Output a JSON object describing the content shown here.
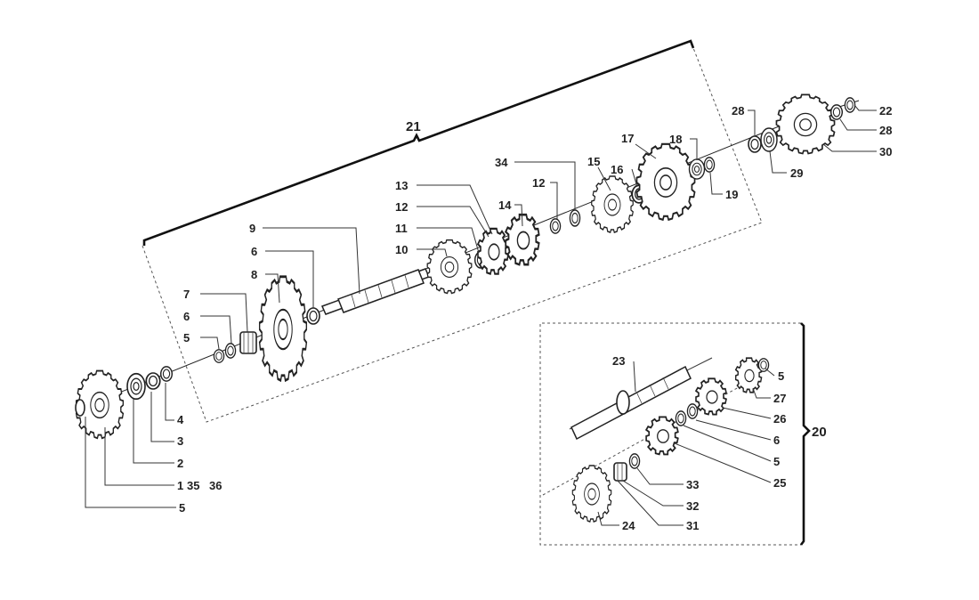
{
  "groups": {
    "main_shaft": "21",
    "secondary_shaft": "20"
  },
  "labels": {
    "p1": "1",
    "p1b": "35",
    "p1c": "36",
    "p2": "2",
    "p3": "3",
    "p4": "4",
    "p5a": "5",
    "p5b": "5",
    "p6a": "6",
    "p7": "7",
    "p8": "8",
    "p6b": "6",
    "p9": "9",
    "p10": "10",
    "p11": "11",
    "p12a": "12",
    "p13": "13",
    "p14": "14",
    "p12b": "12",
    "p34": "34",
    "p15": "15",
    "p16": "16",
    "p17": "17",
    "p18": "18",
    "p19": "19",
    "p28a": "28",
    "p29": "29",
    "p30": "30",
    "p28b": "28",
    "p22": "22",
    "p23": "23",
    "p5c": "5",
    "p27": "27",
    "p26": "26",
    "p6c": "6",
    "p5d": "5",
    "p25": "25",
    "p33": "33",
    "p32": "32",
    "p31": "31",
    "p24": "24"
  }
}
